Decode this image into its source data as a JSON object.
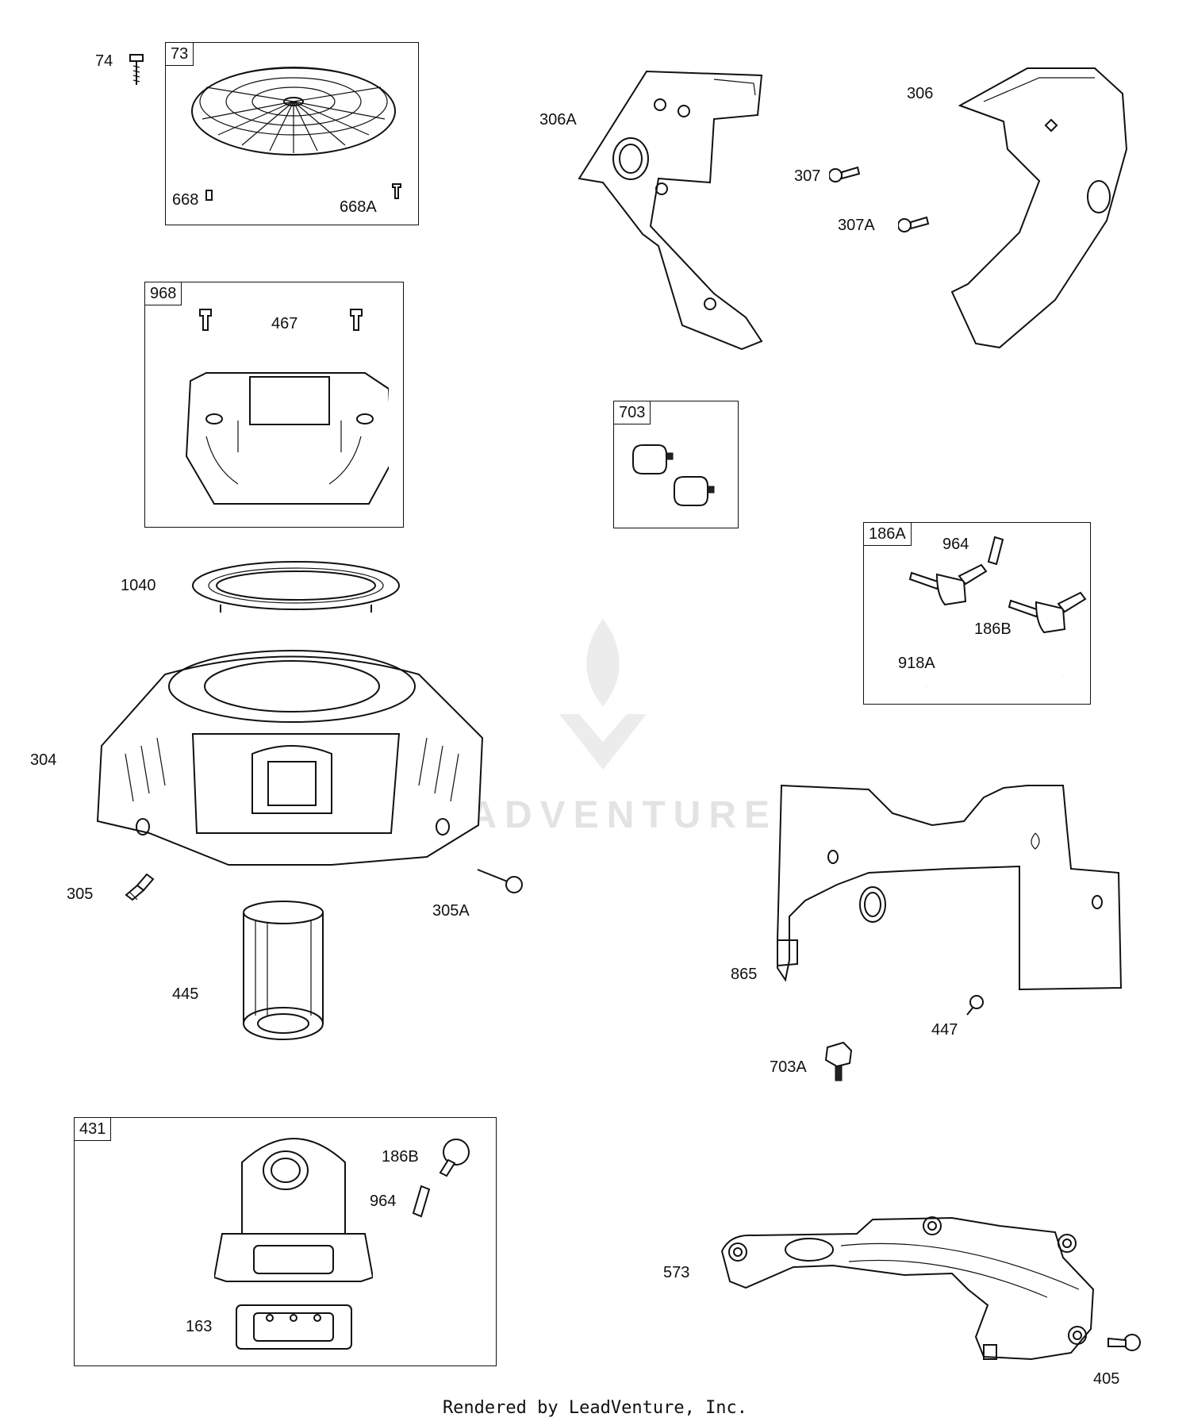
{
  "watermark": "LEADVENTURE",
  "footer": "Rendered by LeadVenture, Inc.",
  "boxes": {
    "b73": "73",
    "b968": "968",
    "b703": "703",
    "b186A": "186A",
    "b431": "431"
  },
  "parts": {
    "p74": "74",
    "p668": "668",
    "p668A": "668A",
    "p467": "467",
    "p1040": "1040",
    "p304": "304",
    "p305": "305",
    "p305A": "305A",
    "p445": "445",
    "p186B_431": "186B",
    "p964_431": "964",
    "p163": "163",
    "p306A": "306A",
    "p306": "306",
    "p307": "307",
    "p307A": "307A",
    "p964": "964",
    "p186B": "186B",
    "p918A": "918A",
    "p865": "865",
    "p447": "447",
    "p703A": "703A",
    "p573": "573",
    "p405": "405"
  }
}
